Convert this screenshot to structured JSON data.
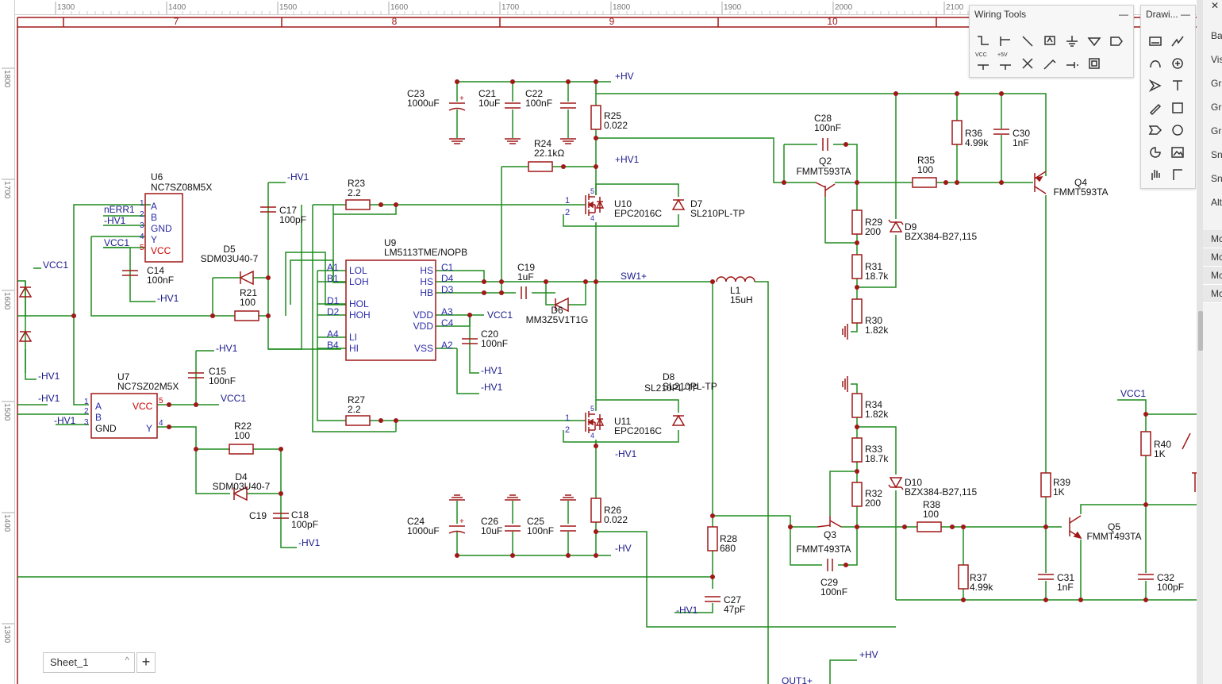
{
  "ruler": {
    "top": [
      "1300",
      "1400",
      "1500",
      "1600",
      "1700",
      "1800",
      "1900",
      "2000",
      "2100"
    ],
    "left": [
      "1800",
      "1700",
      "1600",
      "1500",
      "1400",
      "1300"
    ]
  },
  "grid_cols": [
    "7",
    "8",
    "9",
    "10"
  ],
  "colors": {
    "wire": "#1e8c1e",
    "part": "#a01818",
    "pin": "#2a2aa8",
    "net": "#1a1a8c"
  },
  "components": {
    "u6": {
      "ref": "U6",
      "value": "NC7SZ08M5X",
      "pins": [
        "A",
        "B",
        "GND",
        "Y",
        "VCC"
      ],
      "pin_nums": [
        "1",
        "2",
        "3",
        "4",
        "5"
      ]
    },
    "u7": {
      "ref": "U7",
      "value": "NC7SZ02M5X",
      "pins": [
        "A",
        "B",
        "GND",
        "VCC",
        "Y"
      ],
      "pin_nums": [
        "1",
        "2",
        "3",
        "5",
        "4"
      ]
    },
    "u9": {
      "ref": "U9",
      "value": "LM5113TME/NOPB",
      "left_pins": [
        "LOL",
        "LOH",
        "HOL",
        "HOH",
        "LI",
        "HI"
      ],
      "left_nums": [
        "A1",
        "B1",
        "D1",
        "D2",
        "A4",
        "B4"
      ],
      "right_pins": [
        "HS",
        "HS",
        "HB",
        "VDD",
        "VDD",
        "VSS"
      ],
      "right_nums": [
        "C1",
        "D4",
        "D3",
        "A3",
        "C4",
        "A2"
      ]
    },
    "u10": {
      "ref": "U10",
      "value": "EPC2016C"
    },
    "u11": {
      "ref": "U11",
      "value": "EPC2016C"
    },
    "d4": {
      "ref": "D4",
      "value": "SDM03U40-7"
    },
    "d5": {
      "ref": "D5",
      "value": "SDM03U40-7"
    },
    "d6": {
      "ref": "D6",
      "value": "MM3Z5V1T1G"
    },
    "d7": {
      "ref": "D7",
      "value": "SL210PL-TP"
    },
    "d8": {
      "ref": "D8",
      "value": "SL210PL-TP"
    },
    "d9": {
      "ref": "D9",
      "value": "BZX384-B27,115"
    },
    "d10": {
      "ref": "D10",
      "value": "BZX384-B27,115"
    },
    "q2": {
      "ref": "Q2",
      "value": "FMMT593TA"
    },
    "q3": {
      "ref": "Q3",
      "value": "FMMT493TA"
    },
    "q4": {
      "ref": "Q4",
      "value": "FMMT593TA"
    },
    "q5": {
      "ref": "Q5",
      "value": "FMMT493TA"
    },
    "l1": {
      "ref": "L1",
      "value": "15uH"
    },
    "c14": {
      "ref": "C14",
      "value": "100nF"
    },
    "c15": {
      "ref": "C15",
      "value": "100nF"
    },
    "c17": {
      "ref": "C17",
      "value": "100pF"
    },
    "c18": {
      "ref": "C18",
      "value": "100pF"
    },
    "c19a": {
      "ref": "C19",
      "value": "1uF"
    },
    "c19b": {
      "ref": "C19"
    },
    "c20": {
      "ref": "C20",
      "value": "100nF"
    },
    "c21": {
      "ref": "C21",
      "value": "10uF"
    },
    "c22": {
      "ref": "C22",
      "value": "100nF"
    },
    "c23": {
      "ref": "C23",
      "value": "1000uF"
    },
    "c24": {
      "ref": "C24",
      "value": "1000uF"
    },
    "c25": {
      "ref": "C25",
      "value": "100nF"
    },
    "c26": {
      "ref": "C26",
      "value": "10uF"
    },
    "c27": {
      "ref": "C27",
      "value": "47pF"
    },
    "c28": {
      "ref": "C28",
      "value": "100nF"
    },
    "c29": {
      "ref": "C29",
      "value": "100nF"
    },
    "c30": {
      "ref": "C30",
      "value": "1nF"
    },
    "c31": {
      "ref": "C31",
      "value": "1nF"
    },
    "c32": {
      "ref": "C32",
      "value": "100pF"
    },
    "r21": {
      "ref": "R21",
      "value": "100"
    },
    "r22": {
      "ref": "R22",
      "value": "100"
    },
    "r23": {
      "ref": "R23",
      "value": "2.2"
    },
    "r24": {
      "ref": "R24",
      "value": "22.1kΩ"
    },
    "r25": {
      "ref": "R25",
      "value": "0.022"
    },
    "r26": {
      "ref": "R26",
      "value": "0.022"
    },
    "r27": {
      "ref": "R27",
      "value": "2.2"
    },
    "r28": {
      "ref": "R28",
      "value": "680"
    },
    "r29": {
      "ref": "R29",
      "value": "200"
    },
    "r30": {
      "ref": "R30",
      "value": "1.82k"
    },
    "r31": {
      "ref": "R31",
      "value": "18.7k"
    },
    "r32": {
      "ref": "R32",
      "value": "200"
    },
    "r33": {
      "ref": "R33",
      "value": "18.7k"
    },
    "r34": {
      "ref": "R34",
      "value": "1.82k"
    },
    "r35": {
      "ref": "R35",
      "value": "100"
    },
    "r36": {
      "ref": "R36",
      "value": "4.99k"
    },
    "r37": {
      "ref": "R37",
      "value": "4.99k"
    },
    "r38": {
      "ref": "R38",
      "value": "100"
    },
    "r39": {
      "ref": "R39",
      "value": "1K"
    },
    "r40": {
      "ref": "R40",
      "value": "1K"
    }
  },
  "nets": {
    "hv_pos": "+HV",
    "hv1_pos": "+HV1",
    "hv_neg": "-HV",
    "hv1_neg": "-HV1",
    "vcc1": "VCC1",
    "sw1": "SW1+",
    "nerr1": "nERR1",
    "out1": "OUT1+"
  },
  "wiring_tools": {
    "title": "Wiring Tools",
    "tools": [
      "wire-icon",
      "bus-icon",
      "bus-entry-icon",
      "net-label-icon",
      "ground-icon",
      "net-port-icon",
      "net-flag-icon",
      "vcc-icon",
      "plus5v-icon",
      "no-connect-icon",
      "probe-icon",
      "pin-icon",
      "block-icon"
    ],
    "vcc_label": "VCC",
    "plus5v_label": "+5V"
  },
  "drawing_tools": {
    "title": "Drawi...",
    "tools": [
      "image-icon",
      "line-icon",
      "arc-icon",
      "circle-pin-icon",
      "arrow-icon",
      "text-icon",
      "pencil-icon",
      "rectangle-icon",
      "polygon-icon",
      "ellipse-icon",
      "pie-icon",
      "picture-icon",
      "hand-icon",
      "corner-icon"
    ]
  },
  "right_panel": {
    "items": [
      "Ba",
      "Vis",
      "Gr",
      "Gr",
      "Gr",
      "Sn",
      "Sn",
      "Alt"
    ],
    "sub_items": [
      "Mc",
      "Mc",
      "Mc",
      "Mc"
    ]
  },
  "sheet": {
    "name": "Sheet_1",
    "add": "+"
  }
}
